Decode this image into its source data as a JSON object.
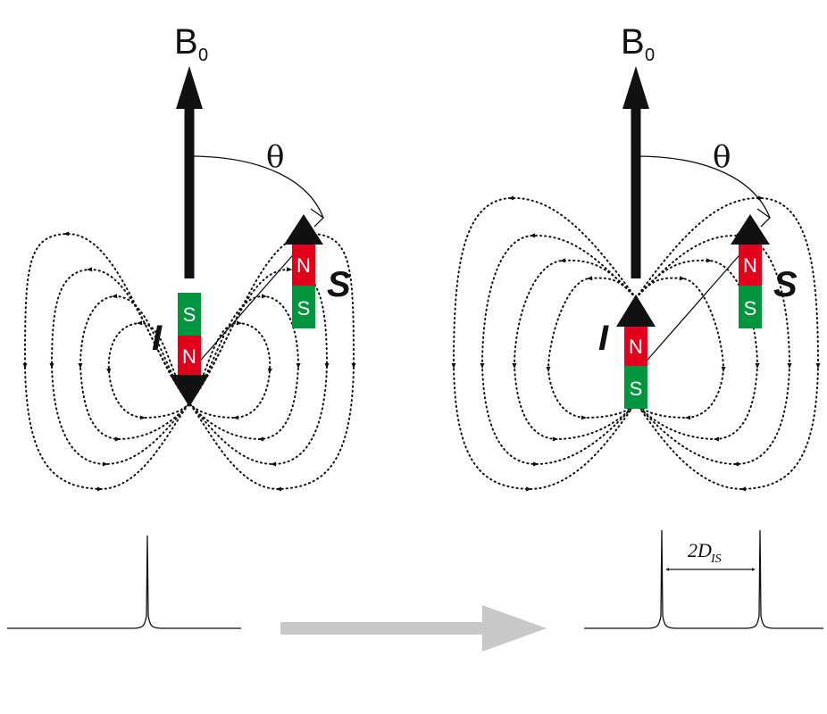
{
  "field_label": "B",
  "field_subscript": "0",
  "angle_label": "θ",
  "spin_i_label": "I",
  "spin_s_label": "S",
  "pole_north": "N",
  "pole_south": "S",
  "coupling_label": "2D",
  "coupling_subscript": "IS",
  "colors": {
    "north_pole": "#e2001a",
    "south_pole": "#009640",
    "arrow": "#111111",
    "transition_arrow": "#c8c8c8"
  },
  "panels": [
    {
      "name": "left-panel",
      "spin_i_orientation": "antiparallel to B0 (S on top, N below, arrow down)",
      "spectrum": "single line"
    },
    {
      "name": "right-panel",
      "spin_i_orientation": "parallel to B0 (N on top, S below, arrow up)",
      "spectrum": "doublet split by 2D_IS"
    }
  ]
}
